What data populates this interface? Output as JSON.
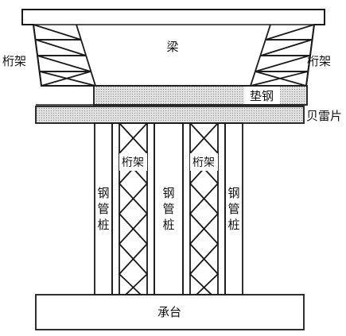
{
  "labels": {
    "beam": "梁",
    "truss_left": "桁架",
    "truss_right": "桁架",
    "steel_pad": "垫钢",
    "bailey": "贝雷片",
    "truss_pile_left": "桁架",
    "truss_pile_right": "桁架",
    "pipe_left": [
      "钢",
      "管",
      "桩"
    ],
    "pipe_middle": [
      "钢",
      "管",
      "桩"
    ],
    "pipe_right": [
      "钢",
      "管",
      "桩"
    ],
    "cap": "承台"
  },
  "colors": {
    "stroke": "#1a1a1a",
    "fill_pad": "#d9d9d9",
    "fill_bailey": "#cfcfcf",
    "background": "#ffffff"
  }
}
